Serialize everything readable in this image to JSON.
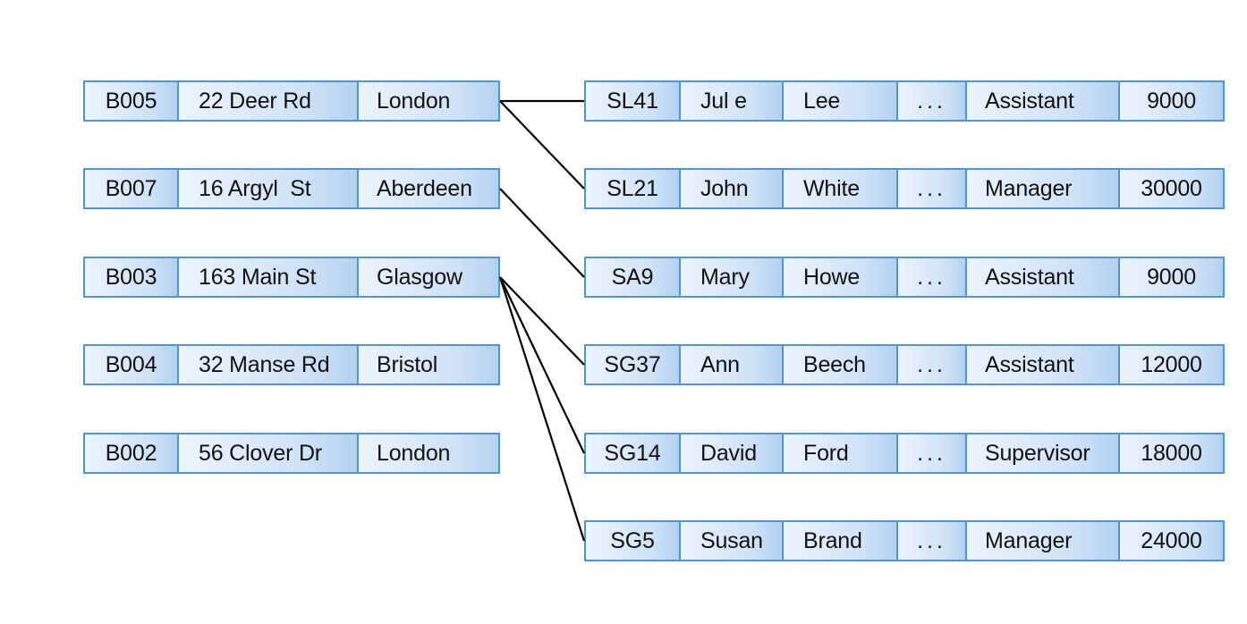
{
  "branches": [
    {
      "no": "B005",
      "street": "22 Deer Rd",
      "city": "London"
    },
    {
      "no": "B007",
      "street": "16 Argyl  St",
      "city": "Aberdeen"
    },
    {
      "no": "B003",
      "street": "163 Main St",
      "city": "Glasgow"
    },
    {
      "no": "B004",
      "street": "32 Manse Rd",
      "city": "Bristol"
    },
    {
      "no": "B002",
      "street": "56 Clover Dr",
      "city": "London"
    }
  ],
  "staff": [
    {
      "no": "SL41",
      "fname": "Jul e",
      "lname": "Lee",
      "more": "...",
      "position": "Assistant",
      "salary": "9000"
    },
    {
      "no": "SL21",
      "fname": "John",
      "lname": "White",
      "more": "...",
      "position": "Manager",
      "salary": "30000"
    },
    {
      "no": "SA9",
      "fname": "Mary",
      "lname": "Howe",
      "more": "...",
      "position": "Assistant",
      "salary": "9000"
    },
    {
      "no": "SG37",
      "fname": "Ann",
      "lname": "Beech",
      "more": "...",
      "position": "Assistant",
      "salary": "12000"
    },
    {
      "no": "SG14",
      "fname": "David",
      "lname": "Ford",
      "more": "...",
      "position": "Supervisor",
      "salary": "18000"
    },
    {
      "no": "SG5",
      "fname": "Susan",
      "lname": "Brand",
      "more": "...",
      "position": "Manager",
      "salary": "24000"
    }
  ],
  "links": [
    {
      "branch": 0,
      "staff": 0
    },
    {
      "branch": 0,
      "staff": 1
    },
    {
      "branch": 1,
      "staff": 2
    },
    {
      "branch": 2,
      "staff": 3
    },
    {
      "branch": 2,
      "staff": 4
    },
    {
      "branch": 2,
      "staff": 5
    }
  ],
  "colors": {
    "border": "#4f95d6",
    "line": "#000000"
  }
}
